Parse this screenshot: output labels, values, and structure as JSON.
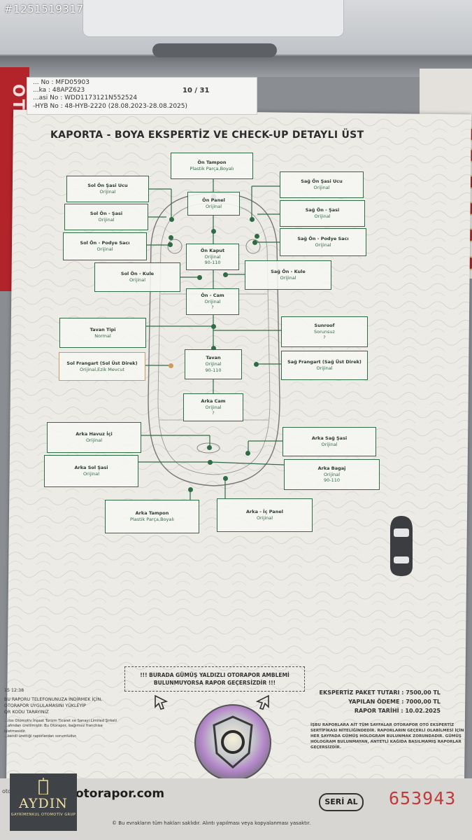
{
  "watermark_id": "#1251519317",
  "brand": {
    "vertical_text": "OTORAPOR"
  },
  "topcard": {
    "row1": "... No : MFD05903",
    "row2": "...ka : 48APZ623",
    "row3": "...asi No : WDD1173121N552524",
    "row4": "-HYB No : 48-HYB-2220 (28.08.2023-28.08.2025)",
    "page": "10 / 31"
  },
  "report_title": "KAPORTA - BOYA EKSPERTİZ VE CHECK-UP DETAYLI ÜST",
  "parts": [
    {
      "title": "Ön Tampon",
      "status": "Plastik Parça,Boyalı"
    },
    {
      "title": "Sol Ön Şasi Ucu",
      "status": "Orijinal"
    },
    {
      "title": "Sağ Ön Şasi Ucu",
      "status": "Orijinal"
    },
    {
      "title": "Ön Panel",
      "status": "Orijinal"
    },
    {
      "title": "Sol Ön - Şasi",
      "status": "Orijinal"
    },
    {
      "title": "Sağ Ön - Şasi",
      "status": "Orijinal"
    },
    {
      "title": "Sol Ön - Podye Sacı",
      "status": "Orijinal"
    },
    {
      "title": "Sağ Ön - Podye Sacı",
      "status": "Orijinal"
    },
    {
      "title": "Ön Kaput",
      "status": "Orijinal",
      "extra": "90-110"
    },
    {
      "title": "Sol Ön - Kule",
      "status": "Orijinal"
    },
    {
      "title": "Sağ Ön - Kule",
      "status": "Orijinal"
    },
    {
      "title": "Ön - Cam",
      "status": "Orijinal",
      "extra": "?"
    },
    {
      "title": "Tavan Tipi",
      "status": "Normal"
    },
    {
      "title": "Sunroof",
      "status": "Sorunsuz",
      "extra": "?"
    },
    {
      "title": "Sol Frangart (Sol Üst Direk)",
      "status": "Orijinal,Ezik Mevcut"
    },
    {
      "title": "Tavan",
      "status": "Orijinal",
      "extra": "90-110"
    },
    {
      "title": "Sağ Frangart (Sağ Üst Direk)",
      "status": "Orijinal"
    },
    {
      "title": "Arka Cam",
      "status": "Orijinal",
      "extra": "?"
    },
    {
      "title": "Arka Havuz İçi",
      "status": "Orijinal"
    },
    {
      "title": "Arka Sağ Şasi",
      "status": "Orijinal"
    },
    {
      "title": "Arka Sol Şasi",
      "status": "Orijinal"
    },
    {
      "title": "Arka Bagaj",
      "status": "Orijinal",
      "extra": "90-110"
    },
    {
      "title": "Arka Tampon",
      "status": "Plastik Parça,Boyalı"
    },
    {
      "title": "Arka - İç Panel",
      "status": "Orijinal"
    }
  ],
  "notice": {
    "line1": "!!! BURADA GÜMÜŞ YALDIZLI OTORAPOR AMBLEMİ",
    "line2": "BULUNMUYORSA RAPOR GEÇERSİZDİR !!!"
  },
  "left_notes": {
    "date": "15 12:38",
    "line1": "BU RAPORU TELEFONUNUZA İNDİRMEK İÇİN,",
    "line2": "OTORAPOR UYGULAMASINI YÜKLEYİP",
    "line3": "QR KODU TARAYINIZ",
    "line4": "...ılos Otomotiv İnşaat Turizm Ticaret ve Sanayi Limited Şirketi",
    "line5": "...afından üretilmiştir. Bu Otorapor, bağımsız franchise işletmesidir.",
    "line6": "...kendi ürettiği raporlardan sorumludur."
  },
  "prices": {
    "paket": "EKSPERTİZ PAKET TUTARI : 7500,00 TL",
    "odeme": "YAPILAN ÖDEME : 7000,00 TL",
    "tarih": "RAPOR TARİHİ : 10.02.2025"
  },
  "disclaimer": "İŞBU RAPORLARA AİT TÜM SAYFALAR OTORAPOR OTO EKSPERTİZ SERTİFİKASI NİTELİĞİNDEDİR. RAPORLARIN GEÇERLİ OLABİLMESİ İÇİN HER SAYFADA GÜMÜŞ HOLOGRAM BULUNMAK ZORUNDADIR. GÜMÜŞ HOLOGRAM BULUNMAYAN, ANTETLİ KAĞIDA BASILMAMIŞ RAPORLAR GEÇERSİZDİR.",
  "footer": {
    "site_prefix": "otorapor",
    "site": "otorapor.com",
    "serial_label": "SERİ AL",
    "serial_no": "653943",
    "note": "© Bu evrakların tüm hakları saklıdır. Alıntı yapılması veya kopyalanması yasaktır."
  },
  "aydin": {
    "name": "AYDIN",
    "sub": "GAYRİMENKUL OTOMOTİV GRUP"
  },
  "colors": {
    "frame_green": "#2f6b45",
    "warn_orange": "#d19a5b",
    "serial_red": "#c23a3a",
    "brand_red": "#b3232a"
  }
}
